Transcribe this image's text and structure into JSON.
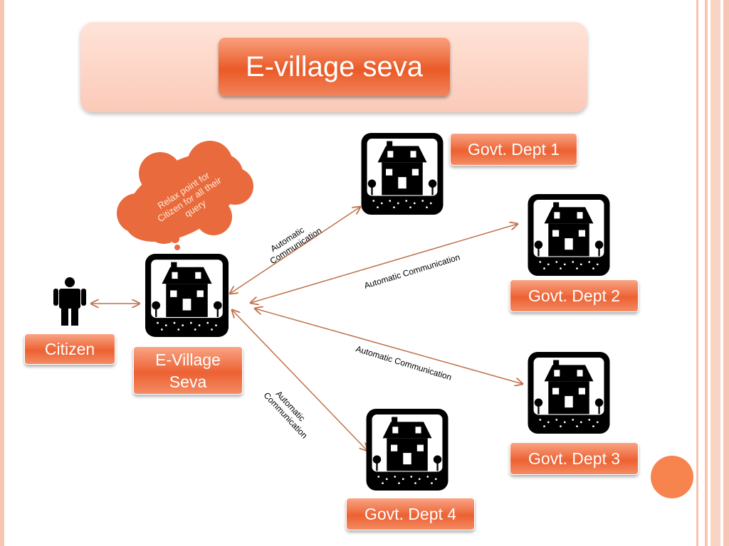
{
  "title": "E-village seva",
  "cloud_text": [
    "Relax point for",
    "Citizen for all their",
    "query"
  ],
  "nodes": {
    "citizen": "Citizen",
    "hub_line1": "E-Village",
    "hub_line2": "Seva",
    "dept1": "Govt. Dept 1",
    "dept2": "Govt. Dept 2",
    "dept3": "Govt. Dept 3",
    "dept4": "Govt. Dept 4"
  },
  "edges": {
    "to_dept1": [
      "Automatic",
      "Communication"
    ],
    "to_dept2": "Automatic Communication",
    "to_dept3": "Automatic Communication",
    "to_dept4": [
      "Automatic",
      "Communication"
    ]
  },
  "colors": {
    "accent": "#ec6132",
    "arrow": "#c0714a",
    "frame": "#f7c6b3"
  }
}
